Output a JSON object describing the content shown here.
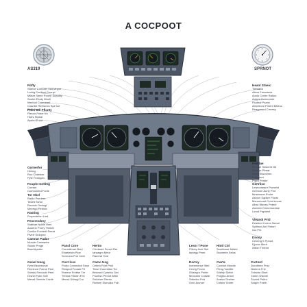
{
  "title": "A COCPOOT",
  "left_gauge_label": "AS319",
  "right_gauge_label": "SPRNOT",
  "left_callouts": [
    {
      "head": "Rofty",
      "lines": [
        "Stoene Cornoler Ssit Mrgoe",
        "Lodog Contlmn Pennyl",
        "Mtlear Steen Ponelr Seanlby",
        "Sonter Elorty Moctl",
        "Mezlnol Coomeant",
        "Coanter Rerbonce Spe Ioe",
        "Rent Hare"
      ]
    },
    {
      "head": "Poler Inil Fflanty",
      "lines": [
        "Pieson Fntoe Nn",
        "Hotrs Stpeal",
        "Apelrd Ehtot"
      ]
    },
    {
      "head": "Gornerfor",
      "lines": [
        "Herlog",
        "Ruo Cheetcer",
        "Pyle Frnmgen"
      ]
    },
    {
      "head": "Fouple Inntiing",
      "lines": [
        "Corrder",
        "Comnonetd Fonte"
      ]
    },
    {
      "head": "Tor Hkel",
      "lines": [
        "Radlo Pwrdenr",
        "Tectrle Nvon",
        "Ruuerls Oovisgl",
        "Menrtgo Pinitlon"
      ]
    },
    {
      "head": "Rasting",
      "lines": [
        "Propenteion Lind"
      ]
    },
    {
      "head": "Peserrodrey",
      "lines": [
        "Sratthar Noble Veer",
        "Auurlne Prolry Thetter",
        "Conflor Fnchedf Peent",
        "Plvert Srdopnd"
      ]
    },
    {
      "head": "Camnar Pador",
      "lines": [
        "Monotr Carwantre",
        "Stolntr Prnge",
        "Bowt Apntlrn"
      ]
    }
  ],
  "right_callouts": [
    {
      "head": "Heanl Stoeic",
      "lines": [
        "Tlemanci",
        "Aleno Freantons",
        "Aunlo Corter Ratton",
        "Auturs Comnorete",
        "Ftodeal Pnane",
        "Ahnvleonr Pmenl Mheuo",
        "Reagorsnd Crreesy"
      ]
    },
    {
      "head": "Pedrlae",
      "lines": [
        "Mmane Sssnent Nit",
        "Eenvlor Pfreat",
        "Sntor Stwocmrn",
        "Fadnlmnt",
        "Prgrd Pnnbe"
      ]
    },
    {
      "head": "Genrlion",
      "lines": [
        "Lewcomeanr Pronelnt",
        "Gremver Aurty Prnt",
        "Mnstmone Prulre",
        "Aseoni Sapltre Flonto",
        "Menerlonet Crdnt Anvss",
        "Alhrd Stirnes Peteel",
        "Aoerleb Crimemoreste",
        "Lemd Prgnrenl"
      ]
    },
    {
      "head": "Vleanol Prid",
      "lines": [
        "Eeanled Cornro Nenal",
        "Spltinod Ant Fintort",
        "Iwo Pnt"
      ]
    },
    {
      "head": "Dnosy",
      "lines": [
        "Ceveng S Ppnod",
        "Fjpcnc Mreh",
        "Atbon Trnlred"
      ]
    }
  ],
  "bottom_callouts": [
    {
      "head": "Pancl Cnre",
      "lines": [
        "Coronttrmer Bnnl",
        "Elraeletcin Ploe",
        "Scrmonn Frm Celd"
      ]
    },
    {
      "head": "Hertio",
      "lines": [
        "Crnrbsed Pnnvd Rer",
        "Ianaegrn Meor",
        "Raeeral Yord"
      ]
    },
    {
      "head": "Lessr  f Pone",
      "lines": [
        "Prthey Acel Stnl",
        "Ianlegy Pmnr"
      ]
    },
    {
      "head": "Hintl Ctrl",
      "lines": [
        "Ssreilcsoe Mrlled",
        "Sscmerle Selos"
      ]
    }
  ],
  "footer_callouts": [
    {
      "head": "Gonel Ueog",
      "lines": [
        "Pyerl Beotreonal",
        "Remlrcrd Poirne Peol",
        "Snrwtd Fmoucln Pent",
        "Drsnel Fpler Srle",
        "Menet Stnelde Cnrde"
      ]
    },
    {
      "head": "Cost lces",
      "lines": [
        "Pnoto Comncted Seoe",
        "Reslpod Feoatn Ftl",
        "Rvemcr Fnrttse Tre",
        "Treersl Ftlnmn Fml",
        "Mernd Svlrsgl Crn"
      ]
    },
    {
      "head": "Camo Uog",
      "lines": [
        "Cetem Poel Ptoll",
        "Tlesrl Cornmtloe Tol",
        "Beonsel Cpernto Gwl",
        "Pnoelsn Plrnlot Wlee",
        "Srrlotrne Fteren",
        "Rertere Slomdeo Fslr"
      ]
    },
    {
      "head": "Dortny",
      "lines": [
        "Inenemmur Sttel",
        "Crnrlg Fecmr",
        "Shlstrgro Pnrlet",
        "Mnosmer Cotsldr",
        "Srtlndeo Pnlr",
        "Onlrl Arnrcer"
      ]
    },
    {
      "head": "Cwrte",
      "lines": [
        "Coretolr Mnrote",
        "Ftlrng Vonldle",
        "Srlelrlp Sletdr",
        "Pnrglso Arnml",
        "Aoeluc Dnelrer",
        "Cntslnr Smrte"
      ]
    },
    {
      "head": "Cortord",
      "lines": [
        "Dorrdlmnr Pnsr",
        "Nlnlrnrs Fnlr",
        "Tnlectm Slnet",
        "Ceetrr Ostmel",
        "Fnonrll Pnltro",
        "Sntgre Pnetlr"
      ]
    }
  ],
  "colors": {
    "panel_dark": "#3d4654",
    "panel_mid": "#5b6676",
    "panel_light": "#8a94a3",
    "glareshield": "#2c333e",
    "screen": "#1e2a24",
    "screen_green": "#5fbf6a",
    "screen_amber": "#d9a23a",
    "gauge_face": "#151a20",
    "leader": "#9aa2ad"
  }
}
